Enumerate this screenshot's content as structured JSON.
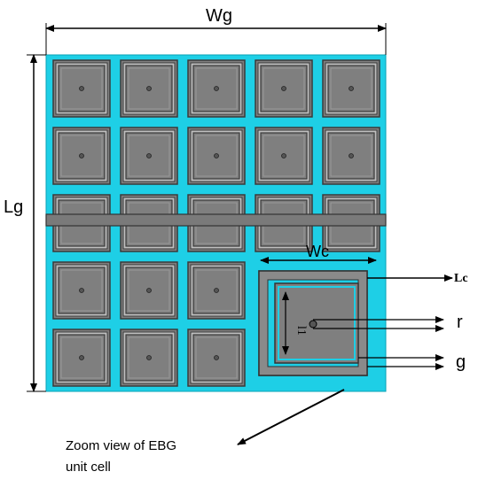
{
  "labels": {
    "wg": "Wg",
    "lg": "Lg",
    "wc": "Wc",
    "lc": "Lc",
    "l1": "l1",
    "r": "r",
    "g": "g",
    "caption_line1": "Zoom view of EBG",
    "caption_line2": "unit cell"
  },
  "colors": {
    "substrate": "#1ecfe6",
    "patch": "#7f7f7f",
    "ring_dark": "#3a3a3a",
    "ring_light": "#bfbfbf",
    "via": "#555555",
    "line": "#000000"
  },
  "grid": {
    "rows": 5,
    "cols": 5,
    "zoomed_cells": [
      [
        3,
        3
      ],
      [
        3,
        4
      ],
      [
        4,
        3
      ],
      [
        4,
        4
      ]
    ]
  }
}
